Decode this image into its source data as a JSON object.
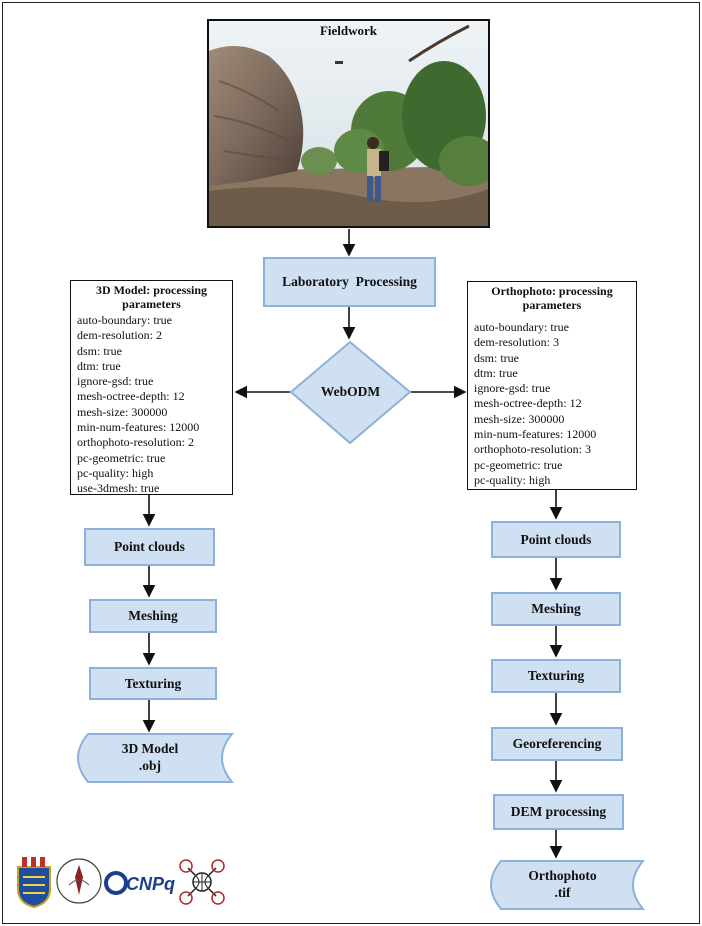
{
  "fieldwork": {
    "title": "Fieldwork"
  },
  "lab": {
    "label": "Laboratory  Processing"
  },
  "webodm": {
    "label": "WebODM"
  },
  "left_params": {
    "heading": "3D Model: processing parameters",
    "lines": [
      "auto-boundary: true",
      "dem-resolution: 2",
      "dsm: true",
      "dtm: true",
      "ignore-gsd: true",
      "mesh-octree-depth: 12",
      "mesh-size: 300000",
      "min-num-features: 12000",
      "orthophoto-resolution: 2",
      "pc-geometric: true",
      "pc-quality: high",
      "use-3dmesh: true"
    ]
  },
  "right_params": {
    "heading": "Orthophoto: processing parameters",
    "lines": [
      "auto-boundary: true",
      "dem-resolution: 3",
      "dsm: true",
      "dtm: true",
      "ignore-gsd: true",
      "mesh-octree-depth: 12",
      "mesh-size: 300000",
      "min-num-features: 12000",
      "orthophoto-resolution: 3",
      "pc-geometric: true",
      "pc-quality: high"
    ]
  },
  "left_steps": [
    "Point clouds",
    "Meshing",
    "Texturing"
  ],
  "left_output": {
    "line1": "3D Model",
    "line2": ".obj"
  },
  "right_steps": [
    "Point clouds",
    "Meshing",
    "Texturing",
    "Georeferencing",
    "DEM processing"
  ],
  "right_output": {
    "line1": "Orthophoto",
    "line2": ".tif"
  },
  "logos": {
    "cnpq": "CNPq"
  },
  "colors": {
    "box_fill": "#cfe0f3",
    "box_border": "#8db1d8",
    "line": "#111111"
  }
}
